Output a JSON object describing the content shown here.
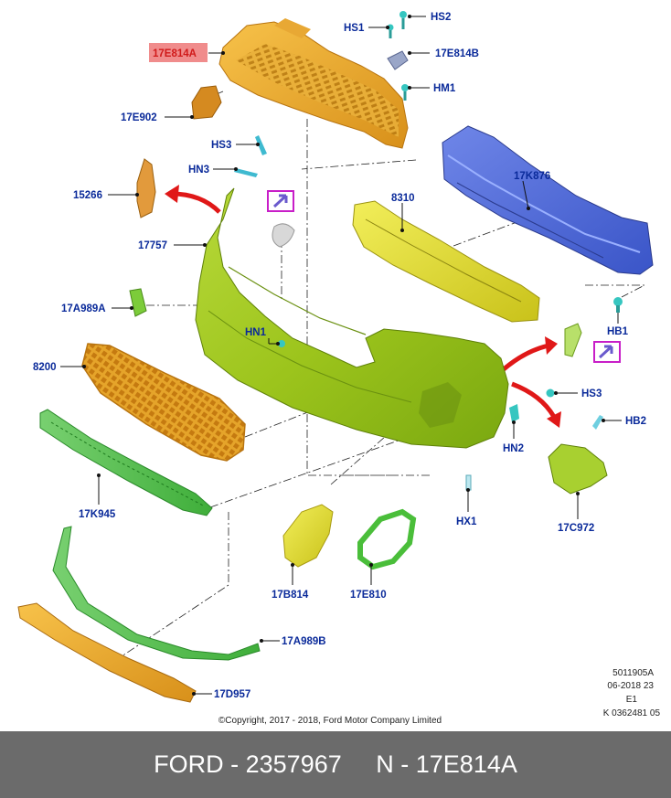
{
  "labels": {
    "hs2": "HS2",
    "hs1": "HS1",
    "p17e814a": "17E814A",
    "p17e814b": "17E814B",
    "hm1": "HM1",
    "p17e902": "17E902",
    "hs3_top": "HS3",
    "hn3": "HN3",
    "p17k876": "17K876",
    "p15266": "15266",
    "p8310": "8310",
    "p17757": "17757",
    "p17a989a": "17A989A",
    "hb1": "HB1",
    "hn1": "HN1",
    "p8200": "8200",
    "hs3_right": "HS3",
    "hb2": "HB2",
    "hn2": "HN2",
    "p17k945": "17K945",
    "hx1": "HX1",
    "p17c972": "17C972",
    "p17b814": "17B814",
    "p17e810": "17E810",
    "p17a989b": "17A989B",
    "p17d957": "17D957"
  },
  "meta": {
    "line1": "5011905A",
    "line2": "06-2018 23",
    "line3": "E1",
    "line4": "K 0362481 05"
  },
  "copyright": "©Copyright, 2017 - 2018, Ford Motor Company Limited",
  "footer": {
    "brand_part": "FORD - 2357967",
    "ref": "N - 17E814A"
  },
  "colors": {
    "highlight_bg": "#f08c8c",
    "label_blue": "#0a2a9a",
    "footer_bg": "#6b6b6b",
    "arrow_red": "#e01818",
    "marker_magenta": "#c81ec8"
  }
}
